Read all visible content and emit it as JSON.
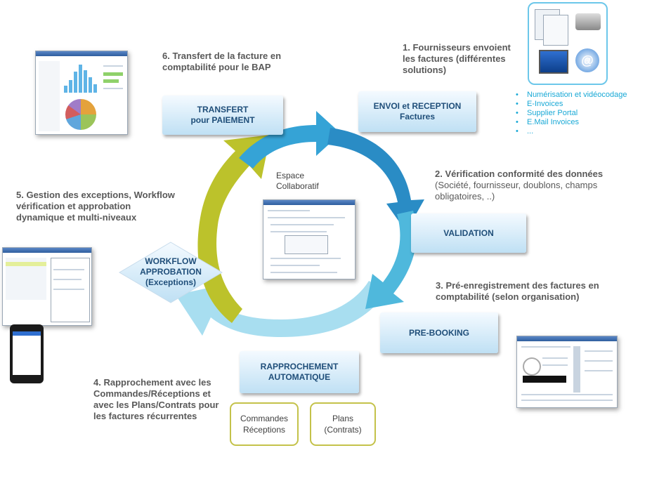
{
  "steps": {
    "s1": [
      "1. Fournisseurs envoient",
      "les factures (différentes",
      "solutions)"
    ],
    "s2": {
      "title": "2. Vérification conformité des données",
      "detail": [
        "(Société, fournisseur, doublons, champs",
        "obligatoires, ..)"
      ]
    },
    "s3": [
      "3. Pré-enregistrement des factures en",
      "comptabilité (selon organisation)"
    ],
    "s4": [
      "4. Rapprochement avec les",
      "Commandes/Réceptions et",
      "avec les Plans/Contrats pour",
      "les factures récurrentes"
    ],
    "s5": [
      "5. Gestion des exceptions, Workflow",
      "vérification et approbation",
      "dynamique et multi-niveaux"
    ],
    "s6": [
      "6. Transfert de la facture en",
      "comptabilité pour le BAP"
    ]
  },
  "boxes": {
    "envoi": [
      "ENVOI et RECEPTION",
      "Factures"
    ],
    "validation": "VALIDATION",
    "prebooking": "PRE-BOOKING",
    "rapprochement": [
      "RAPPROCHEMENT",
      "AUTOMATIQUE"
    ],
    "workflow": [
      "WORKFLOW",
      "APPROBATION",
      "(Exceptions)"
    ],
    "transfert": [
      "TRANSFERT",
      "pour PAIEMENT"
    ]
  },
  "center": [
    "Espace",
    "Collaboratif"
  ],
  "sub_boxes": {
    "commandes": [
      "Commandes",
      "Réceptions"
    ],
    "plans": [
      "Plans",
      "(Contrats)"
    ]
  },
  "channels": [
    "Numérisation et vidéocodage",
    "E-Invoices",
    "Supplier Portal",
    "E.Mail Invoices",
    "..."
  ],
  "colors": {
    "arrow_dark": "#2a8cc5",
    "arrow_mid": "#4fb8dc",
    "arrow_light": "#a8def0",
    "arrow_olive": "#bcc22b",
    "box_text": "#1f4e79",
    "bullet_text": "#19a9d6",
    "step_text": "#595959"
  }
}
